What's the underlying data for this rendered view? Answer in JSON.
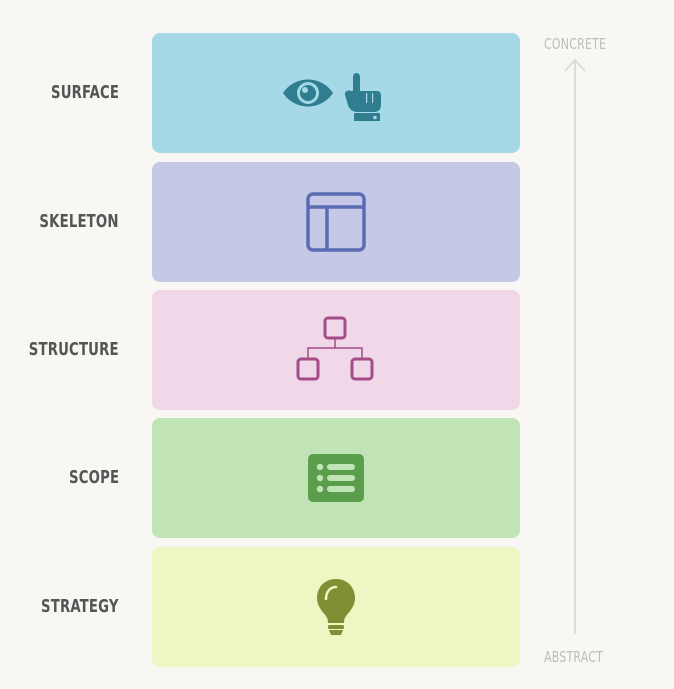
{
  "layers": [
    {
      "label": "SURFACE",
      "color": "#a5d9e8",
      "icon": "eye-and-pointer-icon",
      "icon_color": "#2f7d8e"
    },
    {
      "label": "SKELETON",
      "color": "#c5c8e6",
      "icon": "layout-icon",
      "icon_color": "#5b6cb3"
    },
    {
      "label": "STRUCTURE",
      "color": "#f0d8e8",
      "icon": "hierarchy-icon",
      "icon_color": "#a34c87"
    },
    {
      "label": "SCOPE",
      "color": "#c1e4b6",
      "icon": "list-icon",
      "icon_color": "#5a9e4c"
    },
    {
      "label": "STRATEGY",
      "color": "#eff5c3",
      "icon": "lightbulb-icon",
      "icon_color": "#7f8f34"
    }
  ],
  "axis": {
    "top_label": "CONCRETE",
    "bottom_label": "ABSTRACT",
    "line_color": "#dedcd8",
    "text_color": "#bdbdbd"
  }
}
